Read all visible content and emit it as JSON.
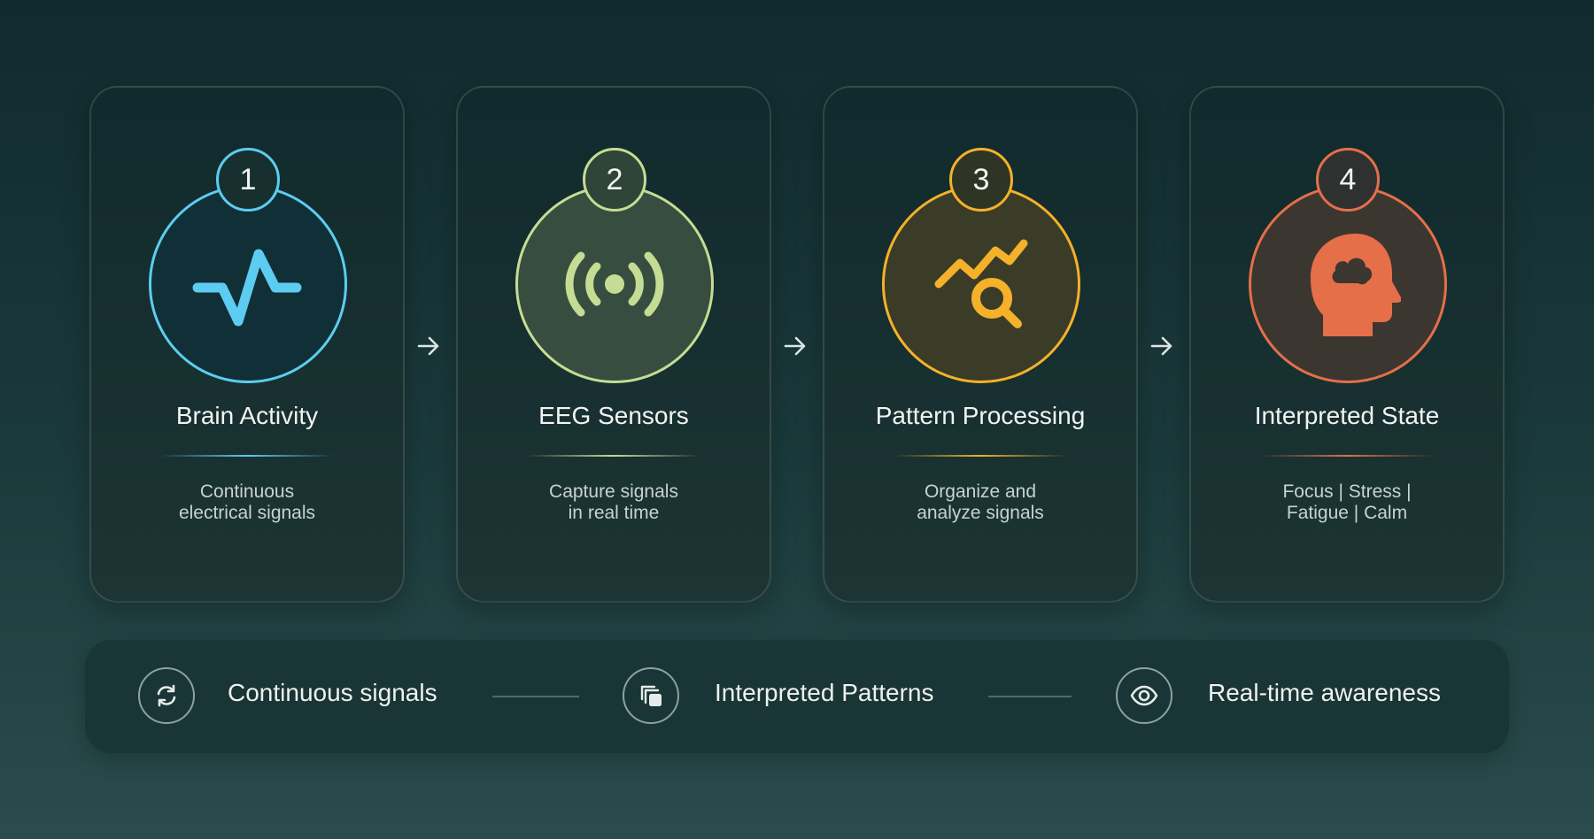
{
  "steps": [
    {
      "number": "1",
      "title": "Brain Activity",
      "desc": [
        "Continuous",
        "electrical signals"
      ],
      "icon": "pulse-icon",
      "color": "#5ccdf0"
    },
    {
      "number": "2",
      "title": "EEG Sensors",
      "desc": [
        "Capture signals",
        "in real time"
      ],
      "icon": "broadcast-signal-icon",
      "color": "#c5dc94"
    },
    {
      "number": "3",
      "title": "Pattern Processing",
      "desc": [
        "Organize and",
        "analyze signals"
      ],
      "icon": "trend-search-icon",
      "color": "#f5b12a"
    },
    {
      "number": "4",
      "title": "Interpreted State",
      "desc": [
        "Focus | Stress |",
        "Fatigue | Calm"
      ],
      "icon": "head-cloud-icon",
      "color": "#e46f49"
    }
  ],
  "features": [
    {
      "label": "Continuous signals",
      "icon": "refresh-icon"
    },
    {
      "label": "Interpreted Patterns",
      "icon": "layers-icon"
    },
    {
      "label": "Real-time awareness",
      "icon": "eye-icon"
    }
  ]
}
